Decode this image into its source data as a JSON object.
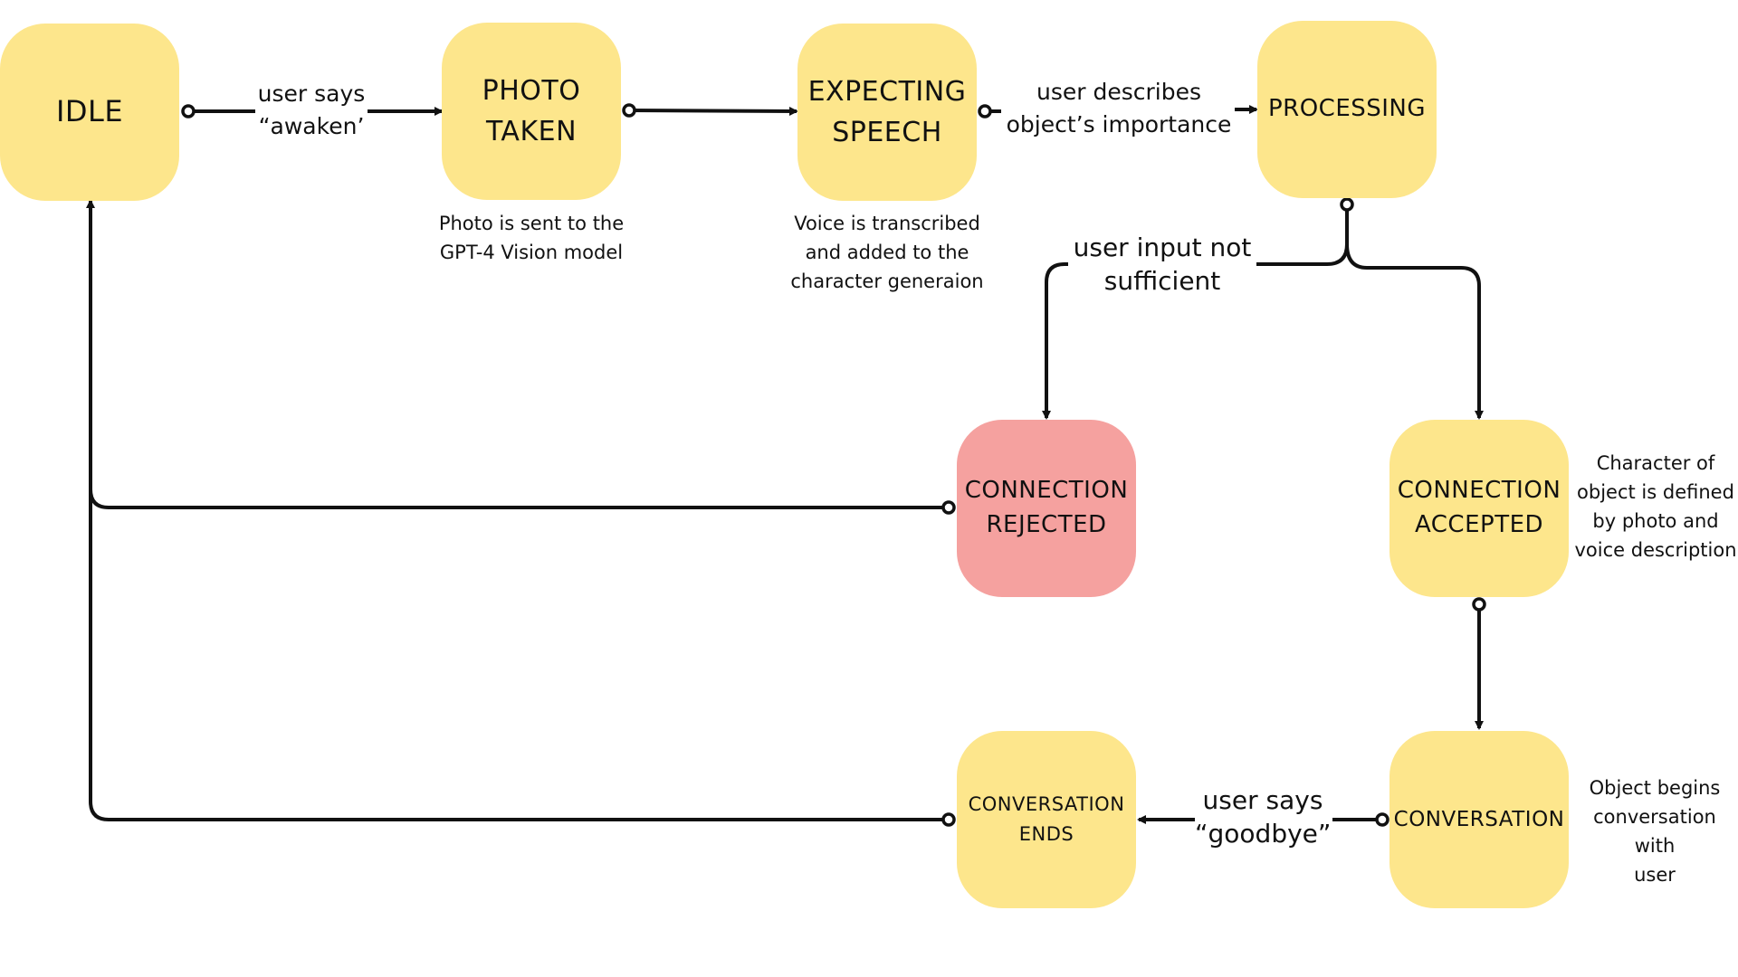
{
  "colors": {
    "node_default": "#FDE68C",
    "node_rejected": "#F5A19F",
    "line": "#111111"
  },
  "nodes": {
    "idle": "IDLE",
    "photo_taken": "PHOTO\nTAKEN",
    "expecting_speech": "EXPECTING\nSPEECH",
    "processing": "PROCESSING",
    "connection_rejected": "CONNECTION\nREJECTED",
    "connection_accepted": "CONNECTION\nACCEPTED",
    "conversation": "CONVERSATION",
    "conversation_ends": "CONVERSATION\nENDS"
  },
  "edge_labels": {
    "awaken": "user says\n“awaken’",
    "describes": "user describes\nobject’s importance",
    "not_sufficient": "user input not\nsufficient",
    "goodbye": "user says\n“goodbye”"
  },
  "notes": {
    "photo": "Photo is sent to the\nGPT-4 Vision model",
    "voice": "Voice is transcribed\nand added to the\ncharacter generaion",
    "character": "Character of\nobject is defined\nby photo and\nvoice description",
    "conversation": "Object begins\nconversation with\nuser"
  }
}
